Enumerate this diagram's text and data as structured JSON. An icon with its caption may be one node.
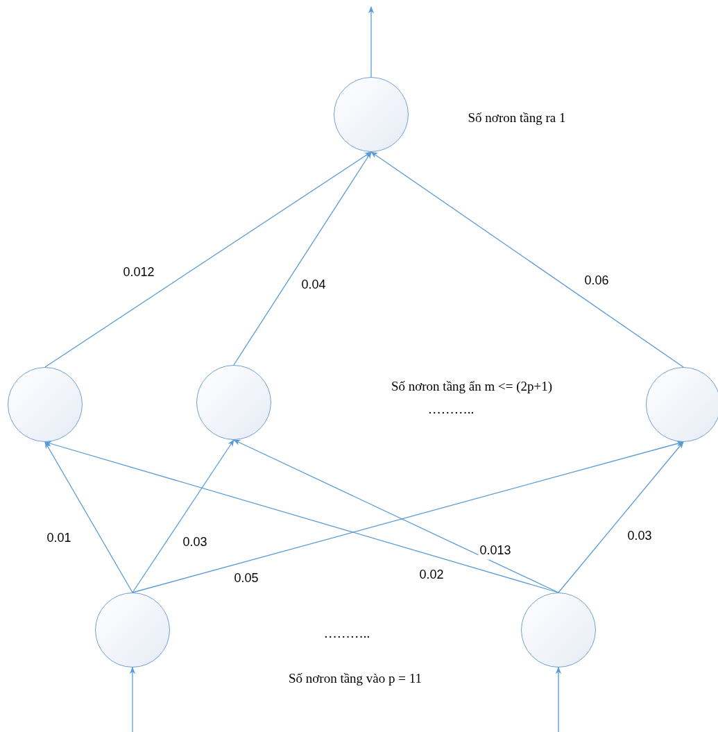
{
  "diagram": {
    "nodes": [
      {
        "text": [],
        "shape": "circle"
      },
      {
        "text": [],
        "shape": "circle"
      },
      {
        "text": [],
        "shape": "circle"
      },
      {
        "text": [],
        "shape": "circle"
      },
      {
        "text": [],
        "shape": "circle"
      },
      {
        "text": [],
        "shape": "circle"
      }
    ],
    "edges": [
      {
        "from": 0,
        "to": null,
        "arrow": "to"
      },
      {
        "from": 1,
        "to": 0,
        "arrow": "to",
        "label": "0.012"
      },
      {
        "from": 2,
        "to": 0,
        "arrow": "to",
        "label": "0.04"
      },
      {
        "from": 3,
        "to": 0,
        "arrow": "to",
        "label": "0.06"
      },
      {
        "from": 4,
        "to": 1,
        "arrow": "to",
        "label": "0.01"
      },
      {
        "from": 4,
        "to": 2,
        "arrow": "to",
        "label": "0.03"
      },
      {
        "from": 4,
        "to": 3,
        "arrow": "to",
        "label": "0.05"
      },
      {
        "from": 5,
        "to": 1,
        "arrow": "to",
        "label": "0.02"
      },
      {
        "from": 5,
        "to": 2,
        "arrow": "to",
        "label": "0.013"
      },
      {
        "from": 5,
        "to": 3,
        "arrow": "to",
        "label": "0.03"
      },
      {
        "from": null,
        "to": 4,
        "arrow": "to"
      },
      {
        "from": null,
        "to": 5,
        "arrow": "to"
      }
    ],
    "labels": [
      "Số nơron tầng ra 1",
      "Số nơron tầng ẩn m <= (2p+1)",
      "………..",
      "………..",
      "Số nơron tầng vào p = 11"
    ]
  }
}
